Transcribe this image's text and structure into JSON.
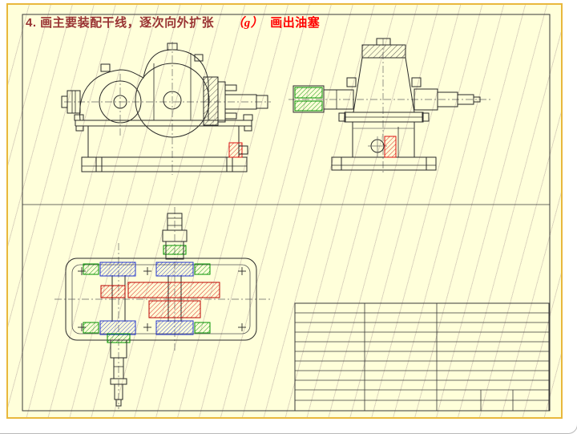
{
  "slide": {
    "title": {
      "main": "4. 画主要装配干线，逐次向外扩张",
      "substep_label": "（g）",
      "substep_text": "画出油塞"
    },
    "colors": {
      "slide_background": "#FFFFDA",
      "slide_border": "#E9B83C",
      "diagonal_grid_line": "#DDD6BE",
      "title_main": "#993333",
      "title_substep": "#FF0000",
      "drawing_line": "#2A2A2A",
      "hatch_red": "#DD1111",
      "hatch_green": "#009000",
      "hatch_blue": "#2233CC"
    },
    "views": {
      "front_view": "gearbox-front-view",
      "side_view": "gearbox-side-view",
      "plan_section_view": "gearbox-plan-section-view",
      "table": "parts-table-grid"
    }
  }
}
